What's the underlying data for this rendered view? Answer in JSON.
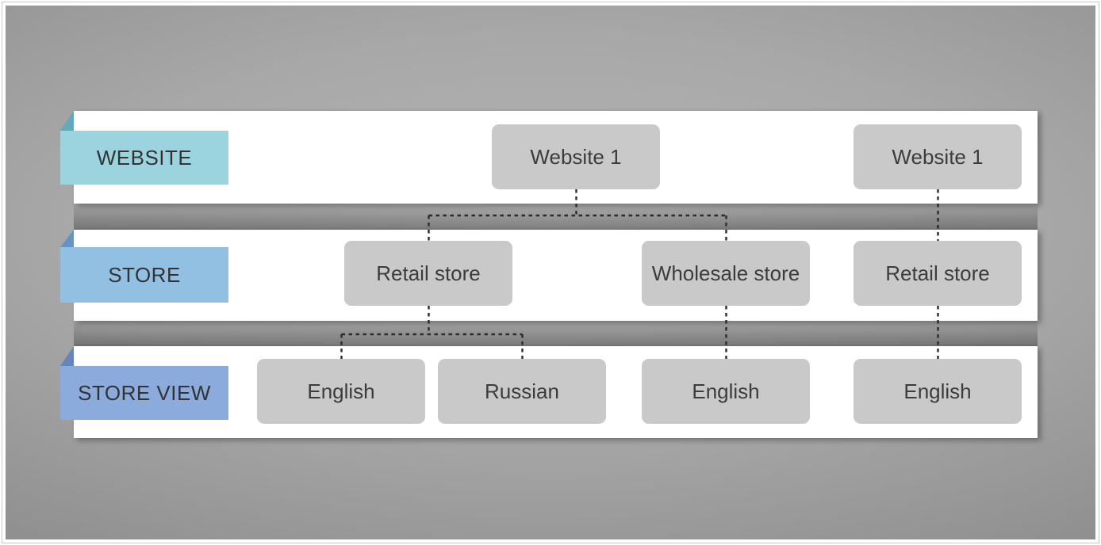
{
  "rows": [
    {
      "label": "WEBSITE",
      "ribbon_color": "#9bd4df",
      "fold_color": "#62a9bb",
      "nodes": [
        {
          "label": "Website 1"
        },
        {
          "label": "Website 1"
        }
      ]
    },
    {
      "label": "STORE",
      "ribbon_color": "#92c0e2",
      "fold_color": "#6295c2",
      "nodes": [
        {
          "label": "Retail store"
        },
        {
          "label": "Wholesale store"
        },
        {
          "label": "Retail store"
        }
      ]
    },
    {
      "label": "STORE VIEW",
      "ribbon_color": "#8aabdc",
      "fold_color": "#6585bb",
      "nodes": [
        {
          "label": "English"
        },
        {
          "label": "Russian"
        },
        {
          "label": "English"
        },
        {
          "label": "English"
        }
      ]
    }
  ],
  "edges": [
    {
      "from": "Website 1 (left)",
      "to": "Retail store (left)",
      "style": "dashed"
    },
    {
      "from": "Website 1 (left)",
      "to": "Wholesale store",
      "style": "dashed"
    },
    {
      "from": "Retail store (left)",
      "to": "English (first)",
      "style": "dashed"
    },
    {
      "from": "Retail store (left)",
      "to": "Russian",
      "style": "dashed"
    },
    {
      "from": "Wholesale store",
      "to": "English (second)",
      "style": "dashed"
    },
    {
      "from": "Website 1 (right)",
      "to": "Retail store (right)",
      "style": "dashed"
    },
    {
      "from": "Retail store (right)",
      "to": "English (third)",
      "style": "dashed"
    }
  ],
  "colors": {
    "band_fill": "#ffffff",
    "node_fill": "#c9c9c9",
    "node_text": "#3c3c3c",
    "connector": "#2b2b2b",
    "background_center": "#b3b3b3",
    "background_edge": "#7d7d7d",
    "frame_line": "#c7c7c7"
  }
}
